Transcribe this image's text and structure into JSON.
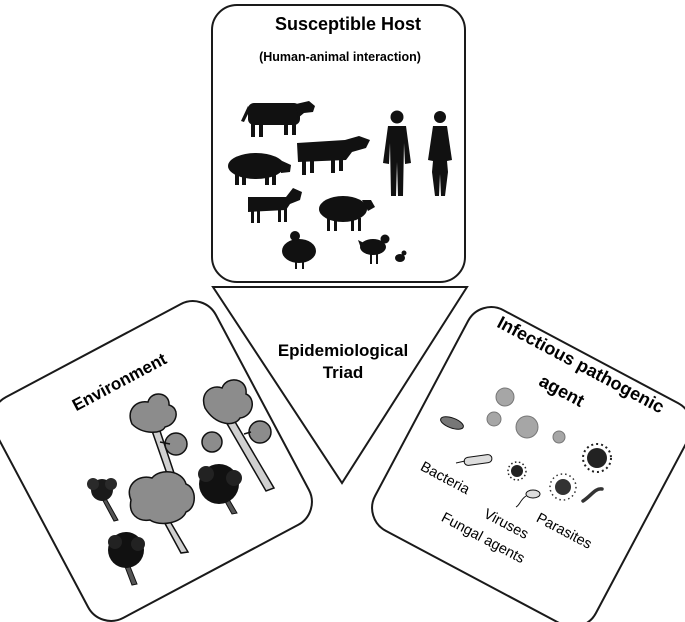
{
  "triad": {
    "center_line1": "Epidemiological",
    "center_line2": "Triad"
  },
  "host": {
    "title": "Susceptible Host",
    "subtitle": "(Human-animal interaction)",
    "icons": [
      "cow-icon",
      "pig-icon",
      "bull-icon",
      "man-icon",
      "woman-icon",
      "goat-icon",
      "sheep-icon",
      "turkey-icon",
      "hen-icon",
      "chick-icon"
    ]
  },
  "environment": {
    "title": "Environment",
    "icons": [
      "tree-icon",
      "bush-icon"
    ]
  },
  "agent": {
    "title_line1": "Infectious pathogenic",
    "title_line2": "agent",
    "labels": {
      "bacteria": "Bacteria",
      "viruses": "Viruses",
      "parasites": "Parasites",
      "fungal": "Fungal agents"
    },
    "icons": [
      "bacterium-icon",
      "virus-icon",
      "parasite-worm-icon",
      "fungal-spore-icon"
    ]
  },
  "colors": {
    "stroke": "#1a1a1a",
    "silhouette": "#111111",
    "foliage": "#8c8c8c",
    "pathogen": "#a6a6a6"
  }
}
